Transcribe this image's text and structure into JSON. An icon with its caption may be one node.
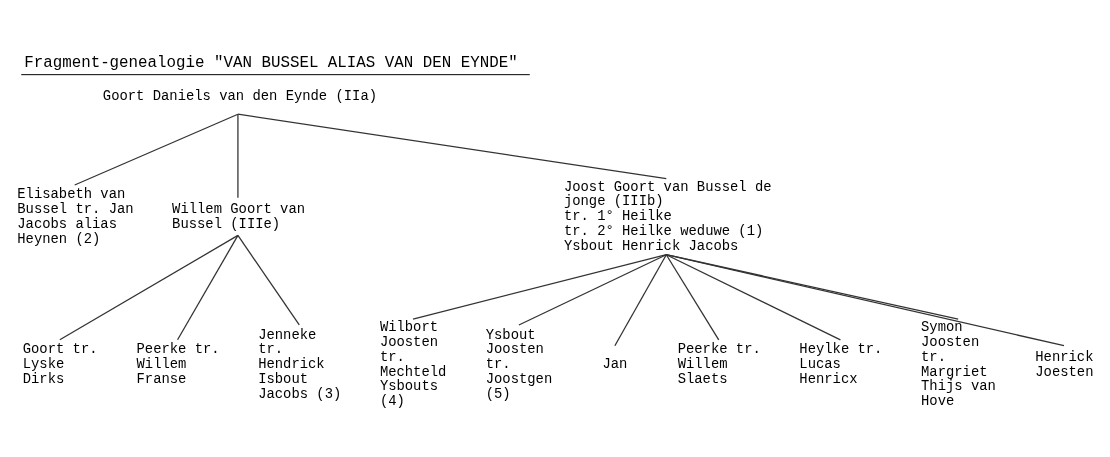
{
  "diagram": {
    "title": "Fragment-genealogie \"VAN BUSSEL ALIAS VAN DEN EYNDE\"",
    "nodes": [
      {
        "text": [
          "Goort Daniels van den Eynde (IIa)"
        ]
      },
      {
        "text": [
          "Elisabeth van Bussel tr. Jan Jacobs alias Heynen (2)"
        ]
      },
      {
        "text": [
          "Willem Goort van Bussel (IIIe)"
        ]
      },
      {
        "text": [
          "Joost Goort van Bussel de jonge (IIIb)",
          "tr. 1° Heilke",
          "tr. 2° Heilke weduwe (1) Ysbout Henrick Jacobs"
        ]
      },
      {
        "text": [
          "Goort tr. Lyske Dirks"
        ]
      },
      {
        "text": [
          "Peerke tr. Willem Franse"
        ]
      },
      {
        "text": [
          "Jenneke tr. Hendrick Isbout Jacobs (3)"
        ]
      },
      {
        "text": [
          "Wilbort Joosten tr. Mechteld Ysbouts (4)"
        ]
      },
      {
        "text": [
          "Ysbout Joosten tr. Joostgen (5)"
        ]
      },
      {
        "text": [
          "Jan"
        ]
      },
      {
        "text": [
          "Peerke tr. Willem Slaets"
        ]
      },
      {
        "text": [
          "Heylke tr. Lucas Henricx"
        ]
      },
      {
        "text": [
          "Symon Joosten tr. Margriet Thijs van Hove"
        ]
      },
      {
        "text": [
          "Henrick Joesten"
        ]
      }
    ],
    "edges": [
      {
        "from": 0,
        "to": 1,
        "arrow": "none"
      },
      {
        "from": 0,
        "to": 2,
        "arrow": "none"
      },
      {
        "from": 0,
        "to": 3,
        "arrow": "none"
      },
      {
        "from": 2,
        "to": 4,
        "arrow": "none"
      },
      {
        "from": 2,
        "to": 5,
        "arrow": "none"
      },
      {
        "from": 2,
        "to": 6,
        "arrow": "none"
      },
      {
        "from": 3,
        "to": 7,
        "arrow": "none"
      },
      {
        "from": 3,
        "to": 8,
        "arrow": "none"
      },
      {
        "from": 3,
        "to": 9,
        "arrow": "none"
      },
      {
        "from": 3,
        "to": 10,
        "arrow": "none"
      },
      {
        "from": 3,
        "to": 11,
        "arrow": "none"
      },
      {
        "from": 3,
        "to": 12,
        "arrow": "none"
      },
      {
        "from": 3,
        "to": 13,
        "arrow": "none"
      }
    ]
  }
}
